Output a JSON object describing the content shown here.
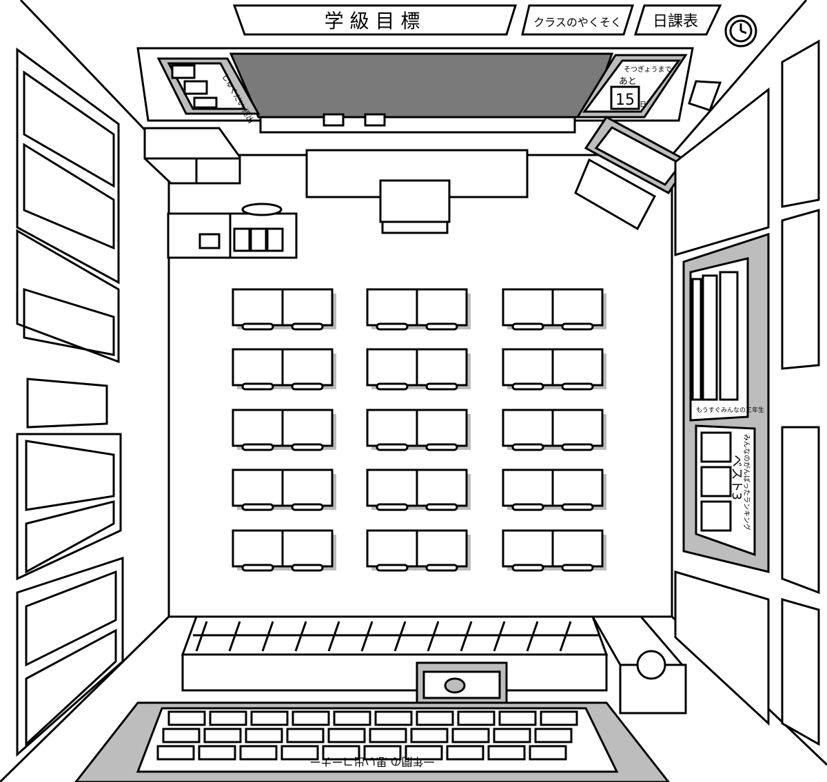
{
  "signs": {
    "class_goal": "学 級 目 標",
    "class_promise": "クラスのやくそく",
    "schedule": "日課表"
  },
  "left_board": {
    "title": "しゅくだい 提出"
  },
  "countdown": {
    "title": "そつぎょうまで",
    "prefix": "あと",
    "days": "15",
    "unit": "日"
  },
  "right_board": {
    "upper_caption": "もうすぐみんなの三年生",
    "ranking_title": "みんなのがんばったランキング",
    "ranking_sub": "ベスト3"
  },
  "memory_corner": {
    "title": "一年間の 思い出コーナー"
  },
  "colors": {
    "board": "#7a7a7a",
    "panel": "#bdbdbd",
    "line": "#000000"
  }
}
